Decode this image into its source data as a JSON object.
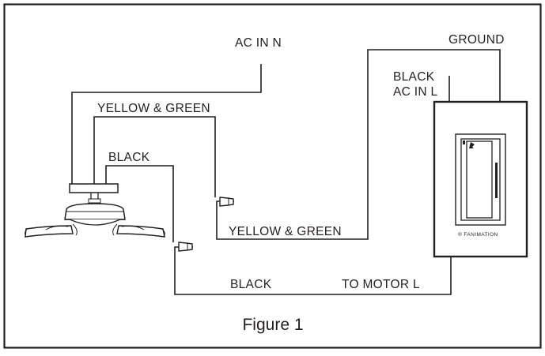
{
  "diagram": {
    "caption": "Figure 1",
    "wire_labels": {
      "ac_in_n": "AC IN N",
      "ground": "GROUND",
      "black_top": "BLACK",
      "ac_in_l": "AC IN L",
      "yellow_green_top": "YELLOW & GREEN",
      "black_left": "BLACK",
      "yellow_green_bottom": "YELLOW & GREEN",
      "black_bottom": "BLACK",
      "to_motor_l": "TO MOTOR L"
    },
    "switch": {
      "brand_label": "® FANIMATION"
    },
    "colors": {
      "line": "#231f20",
      "background": "#ffffff"
    }
  }
}
